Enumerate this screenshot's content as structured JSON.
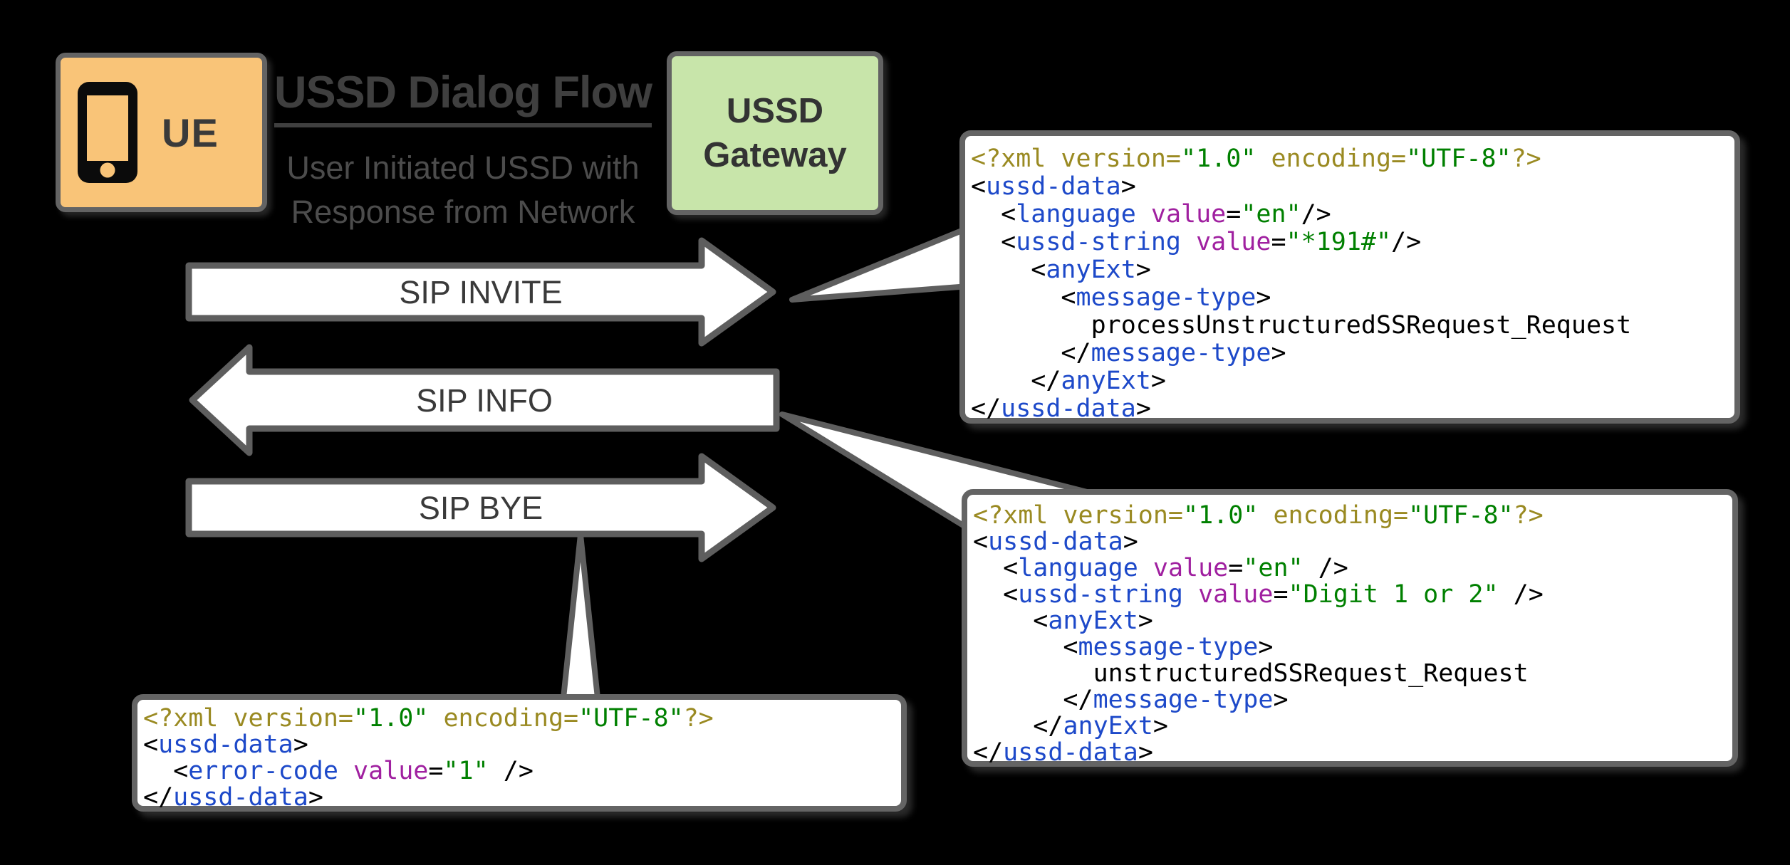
{
  "colors": {
    "background": "#000000",
    "ue_fill": "#F9C478",
    "gateway_fill": "#C8E5AA",
    "border_gray": "#636363",
    "arrow_fill": "#FFFFFF",
    "text_dark_gray": "#3F3F3F",
    "xml_tag_blue": "#1D49C9",
    "xml_attr_purple": "#A020A0",
    "xml_value_green": "#008000",
    "xml_decl_olive": "#9A8A22"
  },
  "ue_box": {
    "label": "UE",
    "icon": "smartphone-icon"
  },
  "gateway_box": {
    "line1": "USSD",
    "line2": "Gateway"
  },
  "title": {
    "text": "USSD Dialog Flow",
    "subtitle_line1": "User Initiated USSD with",
    "subtitle_line2": "Response from Network"
  },
  "arrows": [
    {
      "label": "SIP INVITE",
      "direction": "right",
      "from": "UE",
      "to": "USSD Gateway"
    },
    {
      "label": "SIP INFO",
      "direction": "left",
      "from": "USSD Gateway",
      "to": "UE"
    },
    {
      "label": "SIP BYE",
      "direction": "right",
      "from": "UE",
      "to": "USSD Gateway"
    }
  ],
  "code_boxes": [
    {
      "name": "sip-invite-xml",
      "lines": [
        [
          {
            "t": "<?xml version=",
            "c": "decl"
          },
          {
            "t": "\"1.0\"",
            "c": "str"
          },
          {
            "t": " encoding=",
            "c": "decl"
          },
          {
            "t": "\"UTF-8\"",
            "c": "str"
          },
          {
            "t": "?>",
            "c": "decl"
          }
        ],
        [
          {
            "t": "<",
            "c": "pln"
          },
          {
            "t": "ussd-data",
            "c": "tag"
          },
          {
            "t": ">",
            "c": "pln"
          }
        ],
        [
          {
            "t": "  <",
            "c": "pln"
          },
          {
            "t": "language",
            "c": "tag"
          },
          {
            "t": " ",
            "c": "pln"
          },
          {
            "t": "value",
            "c": "att"
          },
          {
            "t": "=",
            "c": "pln"
          },
          {
            "t": "\"en\"",
            "c": "str"
          },
          {
            "t": "/>",
            "c": "pln"
          }
        ],
        [
          {
            "t": "  <",
            "c": "pln"
          },
          {
            "t": "ussd-string",
            "c": "tag"
          },
          {
            "t": " ",
            "c": "pln"
          },
          {
            "t": "value",
            "c": "att"
          },
          {
            "t": "=",
            "c": "pln"
          },
          {
            "t": "\"*191#\"",
            "c": "str"
          },
          {
            "t": "/>",
            "c": "pln"
          }
        ],
        [
          {
            "t": "    <",
            "c": "pln"
          },
          {
            "t": "anyExt",
            "c": "tag"
          },
          {
            "t": ">",
            "c": "pln"
          }
        ],
        [
          {
            "t": "      <",
            "c": "pln"
          },
          {
            "t": "message-type",
            "c": "tag"
          },
          {
            "t": ">",
            "c": "pln"
          }
        ],
        [
          {
            "t": "        processUnstructuredSSRequest_Request",
            "c": "pln"
          }
        ],
        [
          {
            "t": "      </",
            "c": "pln"
          },
          {
            "t": "message-type",
            "c": "tag"
          },
          {
            "t": ">",
            "c": "pln"
          }
        ],
        [
          {
            "t": "    </",
            "c": "pln"
          },
          {
            "t": "anyExt",
            "c": "tag"
          },
          {
            "t": ">",
            "c": "pln"
          }
        ],
        [
          {
            "t": "</",
            "c": "pln"
          },
          {
            "t": "ussd-data",
            "c": "tag"
          },
          {
            "t": ">",
            "c": "pln"
          }
        ]
      ]
    },
    {
      "name": "sip-info-xml",
      "lines": [
        [
          {
            "t": "<?xml version=",
            "c": "decl"
          },
          {
            "t": "\"1.0\"",
            "c": "str"
          },
          {
            "t": " encoding=",
            "c": "decl"
          },
          {
            "t": "\"UTF-8\"",
            "c": "str"
          },
          {
            "t": "?>",
            "c": "decl"
          }
        ],
        [
          {
            "t": "<",
            "c": "pln"
          },
          {
            "t": "ussd-data",
            "c": "tag"
          },
          {
            "t": ">",
            "c": "pln"
          }
        ],
        [
          {
            "t": "  <",
            "c": "pln"
          },
          {
            "t": "language",
            "c": "tag"
          },
          {
            "t": " ",
            "c": "pln"
          },
          {
            "t": "value",
            "c": "att"
          },
          {
            "t": "=",
            "c": "pln"
          },
          {
            "t": "\"en\"",
            "c": "str"
          },
          {
            "t": " />",
            "c": "pln"
          }
        ],
        [
          {
            "t": "  <",
            "c": "pln"
          },
          {
            "t": "ussd-string",
            "c": "tag"
          },
          {
            "t": " ",
            "c": "pln"
          },
          {
            "t": "value",
            "c": "att"
          },
          {
            "t": "=",
            "c": "pln"
          },
          {
            "t": "\"Digit 1 or 2\"",
            "c": "str"
          },
          {
            "t": " />",
            "c": "pln"
          }
        ],
        [
          {
            "t": "    <",
            "c": "pln"
          },
          {
            "t": "anyExt",
            "c": "tag"
          },
          {
            "t": ">",
            "c": "pln"
          }
        ],
        [
          {
            "t": "      <",
            "c": "pln"
          },
          {
            "t": "message-type",
            "c": "tag"
          },
          {
            "t": ">",
            "c": "pln"
          }
        ],
        [
          {
            "t": "        unstructuredSSRequest_Request",
            "c": "pln"
          }
        ],
        [
          {
            "t": "      </",
            "c": "pln"
          },
          {
            "t": "message-type",
            "c": "tag"
          },
          {
            "t": ">",
            "c": "pln"
          }
        ],
        [
          {
            "t": "    </",
            "c": "pln"
          },
          {
            "t": "anyExt",
            "c": "tag"
          },
          {
            "t": ">",
            "c": "pln"
          }
        ],
        [
          {
            "t": "</",
            "c": "pln"
          },
          {
            "t": "ussd-data",
            "c": "tag"
          },
          {
            "t": ">",
            "c": "pln"
          }
        ]
      ]
    },
    {
      "name": "sip-bye-xml",
      "lines": [
        [
          {
            "t": "<?xml version=",
            "c": "decl"
          },
          {
            "t": "\"1.0\"",
            "c": "str"
          },
          {
            "t": " encoding=",
            "c": "decl"
          },
          {
            "t": "\"UTF-8\"",
            "c": "str"
          },
          {
            "t": "?>",
            "c": "decl"
          }
        ],
        [
          {
            "t": "<",
            "c": "pln"
          },
          {
            "t": "ussd-data",
            "c": "tag"
          },
          {
            "t": ">",
            "c": "pln"
          }
        ],
        [
          {
            "t": "  <",
            "c": "pln"
          },
          {
            "t": "error-code",
            "c": "tag"
          },
          {
            "t": " ",
            "c": "pln"
          },
          {
            "t": "value",
            "c": "att"
          },
          {
            "t": "=",
            "c": "pln"
          },
          {
            "t": "\"1\"",
            "c": "str"
          },
          {
            "t": " />",
            "c": "pln"
          }
        ],
        [
          {
            "t": "</",
            "c": "pln"
          },
          {
            "t": "ussd-data",
            "c": "tag"
          },
          {
            "t": ">",
            "c": "pln"
          }
        ]
      ]
    }
  ]
}
